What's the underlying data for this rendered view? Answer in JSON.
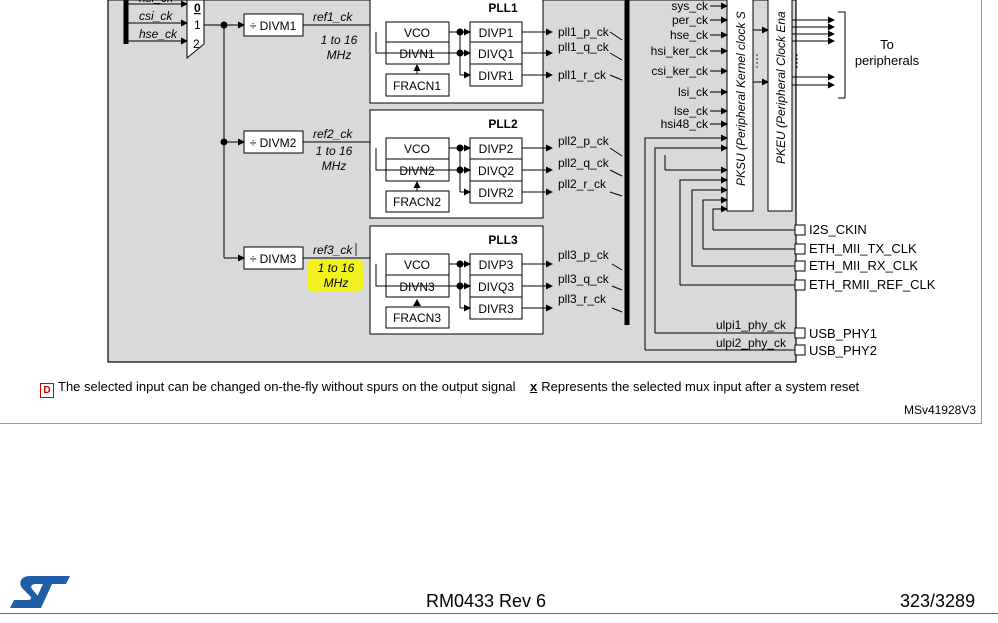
{
  "mux_inputs": [
    "hsi_ck",
    "csi_ck",
    "hse_ck"
  ],
  "mux_selects": [
    "0",
    "1",
    "2"
  ],
  "plls": [
    {
      "title": "PLL1",
      "divm": "÷ DIVM1",
      "ref": "ref1_ck",
      "range1": "1 to 16",
      "range2": "MHz",
      "vco": "VCO",
      "divn": "DIVN1",
      "fracn": "FRACN1",
      "divp": "DIVP1",
      "divq": "DIVQ1",
      "divr": "DIVR1",
      "out_p": "pll1_p_ck",
      "out_q": "pll1_q_ck",
      "out_r": "pll1_r_ck"
    },
    {
      "title": "PLL2",
      "divm": "÷ DIVM2",
      "ref": "ref2_ck",
      "range1": "1 to 16",
      "range2": "MHz",
      "vco": "VCO",
      "divn": "DIVN2",
      "fracn": "FRACN2",
      "divp": "DIVP2",
      "divq": "DIVQ2",
      "divr": "DIVR2",
      "out_p": "pll2_p_ck",
      "out_q": "pll2_q_ck",
      "out_r": "pll2_r_ck"
    },
    {
      "title": "PLL3",
      "divm": "÷ DIVM3",
      "ref": "ref3_ck",
      "range1": "1 to 16",
      "range2": "MHz",
      "vco": "VCO",
      "divn": "DIVN3",
      "fracn": "FRACN3",
      "divp": "DIVP3",
      "divq": "DIVQ3",
      "divr": "DIVR3",
      "out_p": "pll3_p_ck",
      "out_q": "pll3_q_ck",
      "out_r": "pll3_r_ck"
    }
  ],
  "right_clocks": [
    "sys_ck",
    "per_ck",
    "hse_ck",
    "hsi_ker_ck",
    "csi_ker_ck",
    "lsi_ck",
    "lse_ck",
    "hsi48_ck"
  ],
  "pksu_label": "PKSU (Peripheral Kernel clock S",
  "pkeu_label": "PKEU (Peripheral Clock Ena",
  "to_peripherals_1": "To",
  "to_peripherals_2": "peripherals",
  "ext_pins": [
    "I2S_CKIN",
    "ETH_MII_TX_CLK",
    "ETH_MII_RX_CLK",
    "ETH_RMII_REF_CLK"
  ],
  "usb_pins": [
    {
      "signal": "ulpi1_phy_ck",
      "pin": "USB_PHY1"
    },
    {
      "signal": "ulpi2_phy_ck",
      "pin": "USB_PHY2"
    }
  ],
  "legend": {
    "d_symbol": "D",
    "d_text": "The selected input can be changed on-the-fly without spurs on the output signal",
    "x_symbol": "x",
    "x_text": "Represents the selected mux input after a system reset"
  },
  "figure_id": "MSv41928V3",
  "footer": {
    "doc": "RM0433 Rev 6",
    "page": "323/3289"
  },
  "colors": {
    "diagram_bg": "#d9d9d9",
    "highlight": "#f2f21e",
    "logo": "#1f5fa8",
    "legend_d": "#d00000"
  }
}
